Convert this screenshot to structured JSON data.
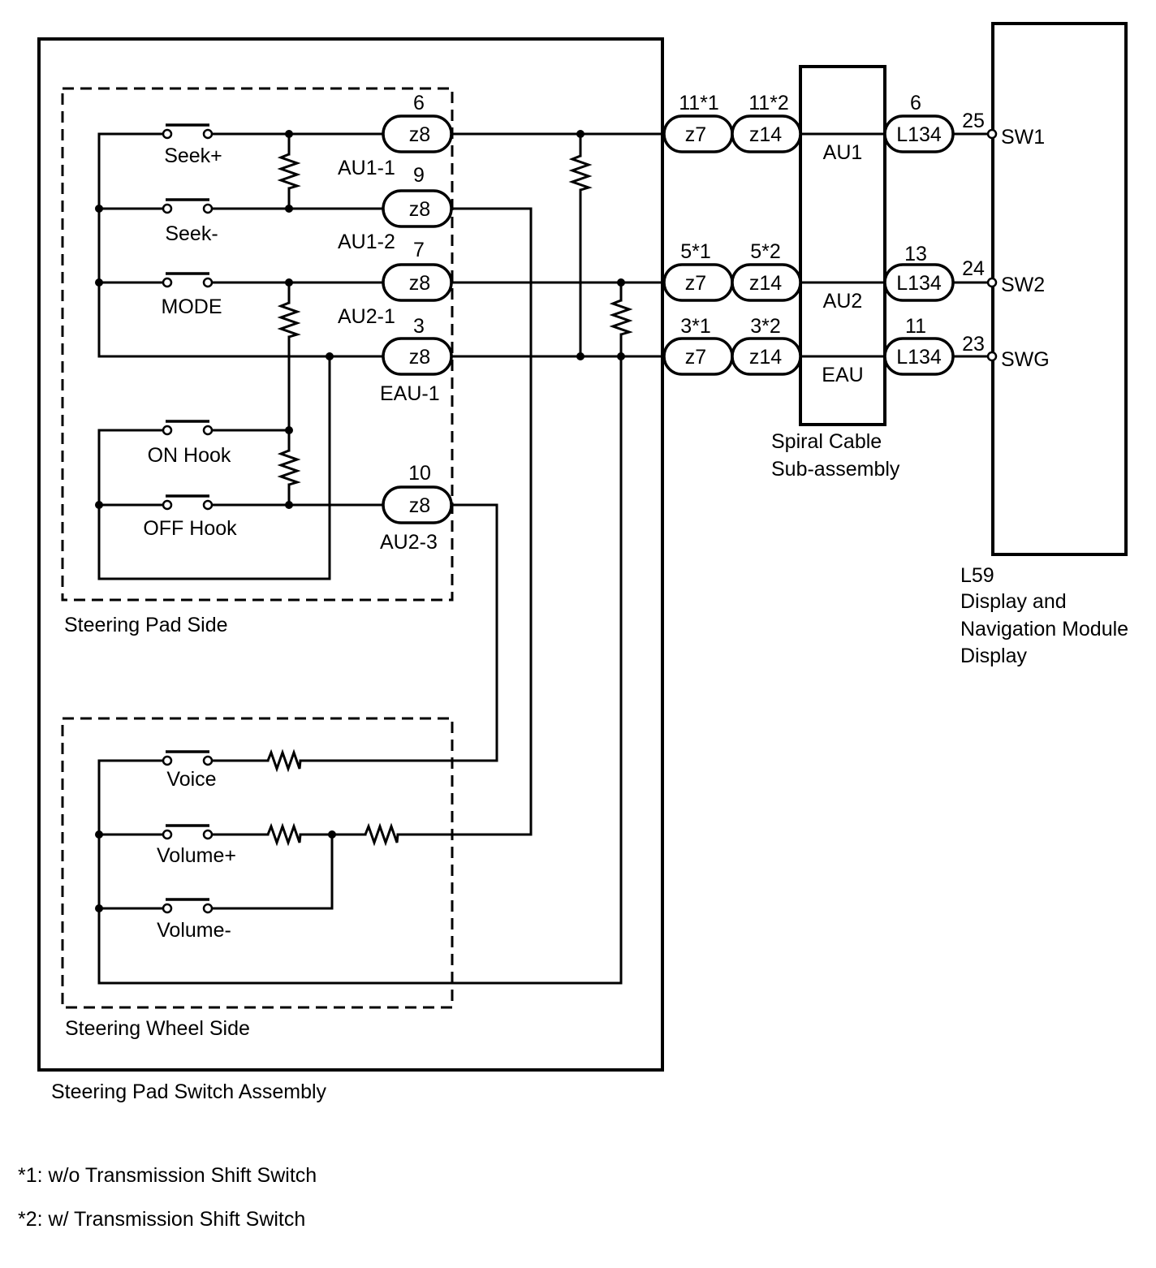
{
  "assembly_label": "Steering Pad Switch Assembly",
  "pad_side_label": "Steering Pad Side",
  "wheel_side_label": "Steering Wheel Side",
  "switches": {
    "seek_plus": "Seek+",
    "seek_minus": "Seek-",
    "mode": "MODE",
    "on_hook": "ON Hook",
    "off_hook": "OFF Hook",
    "voice": "Voice",
    "volume_plus": "Volume+",
    "volume_minus": "Volume-"
  },
  "pad_connectors": [
    {
      "id": "au1_1",
      "code": "z8",
      "pin": "6",
      "name": "AU1-1"
    },
    {
      "id": "au1_2",
      "code": "z8",
      "pin": "9",
      "name": "AU1-2"
    },
    {
      "id": "au2_1",
      "code": "z8",
      "pin": "7",
      "name": "AU2-1"
    },
    {
      "id": "eau_1",
      "code": "z8",
      "pin": "3",
      "name": "EAU-1"
    },
    {
      "id": "au2_3",
      "code": "z8",
      "pin": "10",
      "name": "AU2-3"
    }
  ],
  "spiral_connectors": {
    "row1": {
      "z7_code": "z7",
      "z7_pin": "11*1",
      "z14_code": "z14",
      "z14_pin": "11*2"
    },
    "row2": {
      "z7_code": "z7",
      "z7_pin": "5*1",
      "z14_code": "z14",
      "z14_pin": "5*2"
    },
    "row3": {
      "z7_code": "z7",
      "z7_pin": "3*1",
      "z14_code": "z14",
      "z14_pin": "3*2"
    }
  },
  "spiral_cable": {
    "signals": [
      "AU1",
      "AU2",
      "EAU"
    ],
    "label_line1": "Spiral Cable",
    "label_line2": "Sub-assembly"
  },
  "module_connectors": [
    {
      "code": "L134",
      "pin": "6",
      "module_pin": "25",
      "terminal": "SW1"
    },
    {
      "code": "L134",
      "pin": "13",
      "module_pin": "24",
      "terminal": "SW2"
    },
    {
      "code": "L134",
      "pin": "11",
      "module_pin": "23",
      "terminal": "SWG"
    }
  ],
  "module": {
    "code": "L59",
    "name_line1": "Display and",
    "name_line2": "Navigation Module",
    "name_line3": "Display"
  },
  "footnotes": [
    "*1: w/o Transmission Shift Switch",
    "*2: w/ Transmission Shift Switch"
  ]
}
